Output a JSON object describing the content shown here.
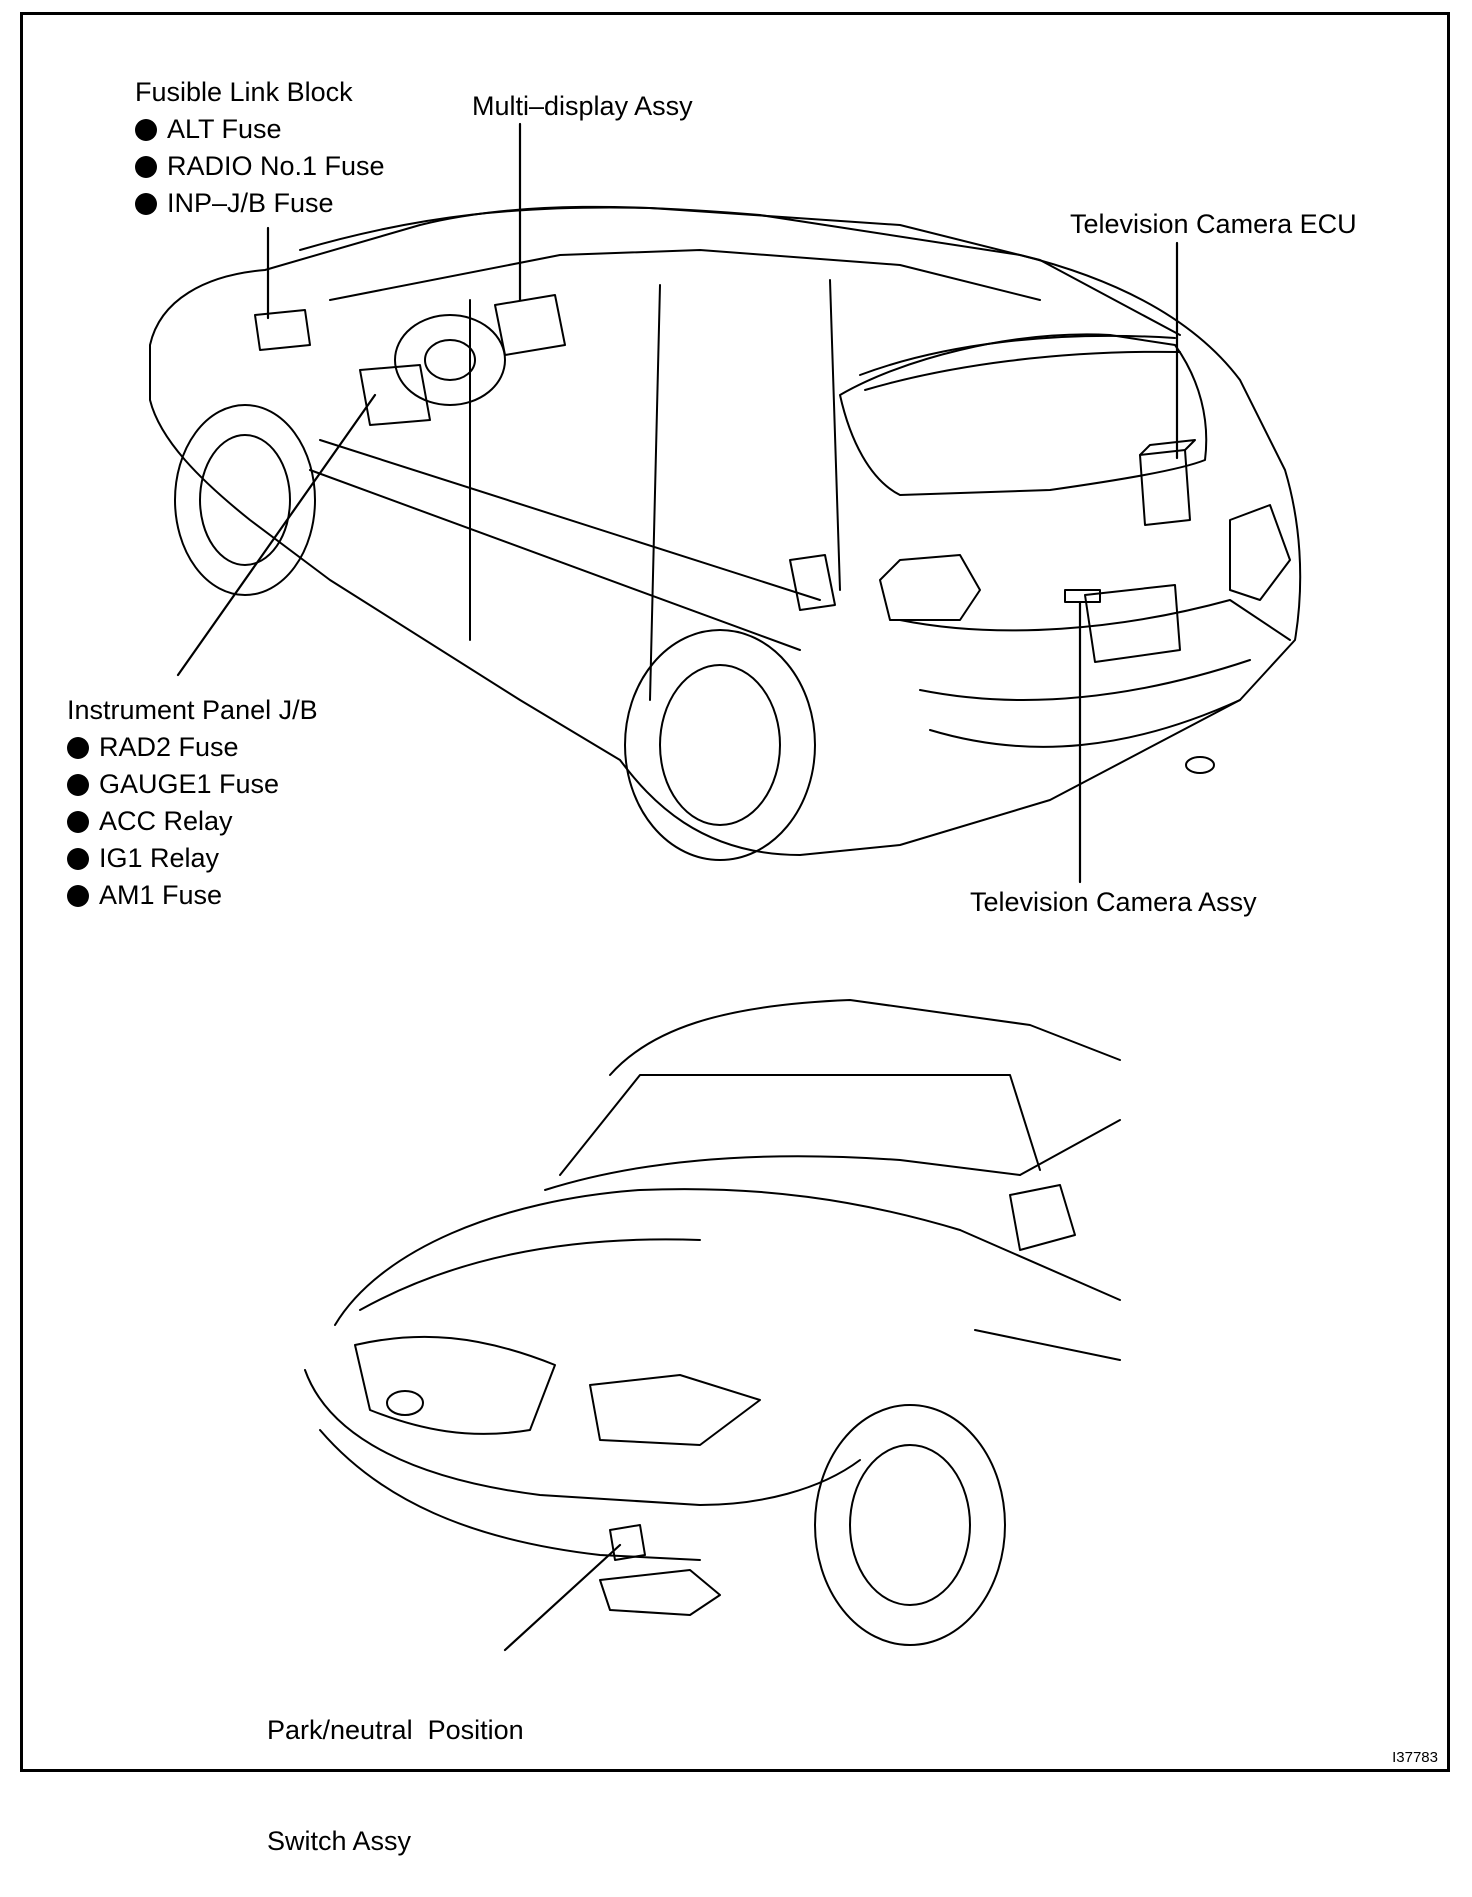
{
  "callouts": {
    "fusible_link_block": {
      "title": "Fusible Link Block",
      "items": [
        "ALT Fuse",
        "RADIO No.1 Fuse",
        "INP–J/B Fuse"
      ]
    },
    "multi_display": "Multi–display Assy",
    "tv_camera_ecu": "Television Camera ECU",
    "instrument_panel_jb": {
      "title": "Instrument Panel J/B",
      "items": [
        "RAD2 Fuse",
        "GAUGE1 Fuse",
        "ACC Relay",
        "IG1 Relay",
        "AM1 Fuse"
      ]
    },
    "tv_camera_assy": "Television Camera Assy",
    "park_neutral": {
      "line1": "Park/neutral  Position",
      "line2": "Switch Assy"
    }
  },
  "figure_id": "I37783"
}
